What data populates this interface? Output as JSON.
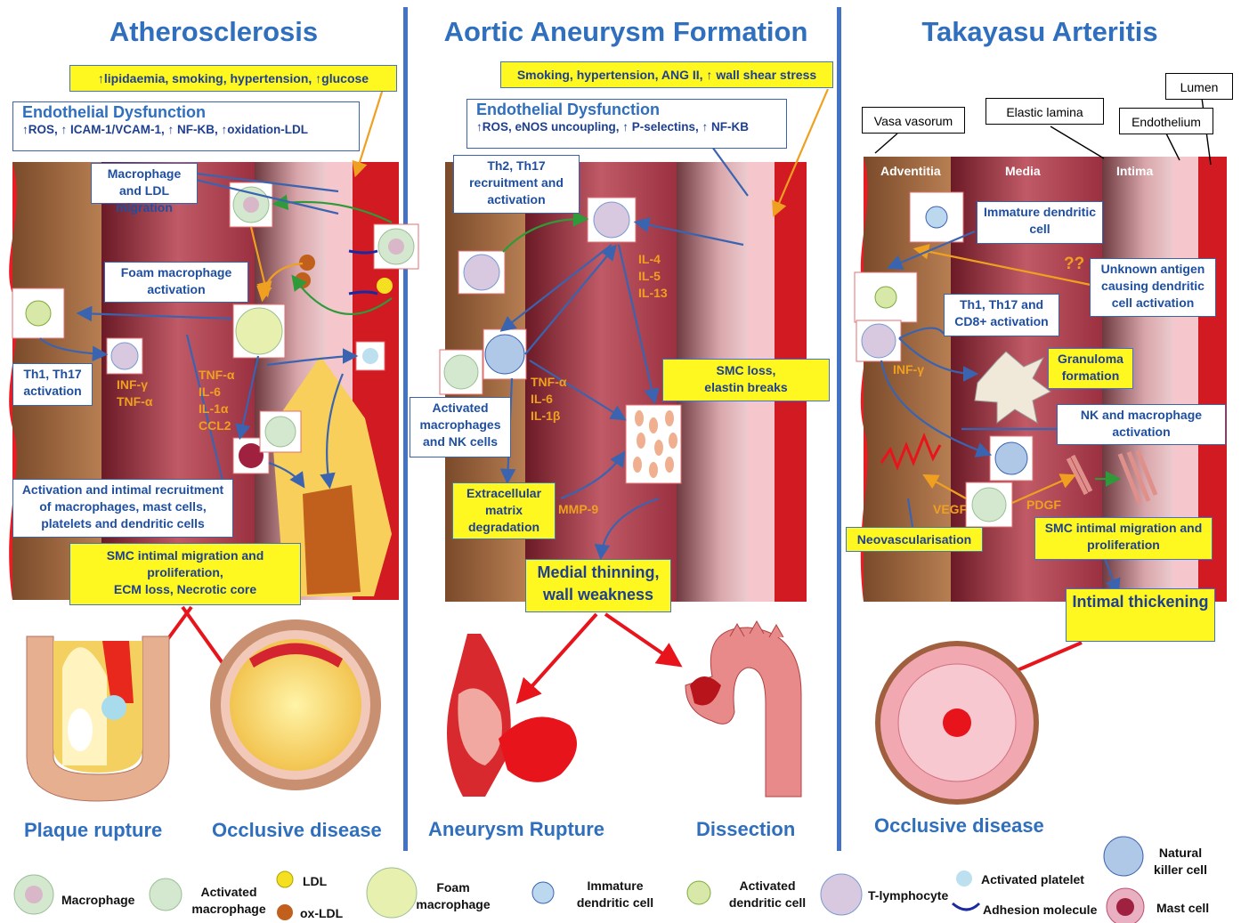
{
  "panels": {
    "athero": {
      "title": "Atherosclerosis",
      "risk": "↑lipidaemia, smoking, hypertension, ↑glucose",
      "endo_title": "Endothelial Dysfunction",
      "endo_sub": "↑ROS, ↑ ICAM-1/VCAM-1, ↑ NF-KB, ↑oxidation-LDL",
      "macro_ldl": "Macrophage and LDL migration",
      "foam_act": "Foam macrophage activation",
      "th_act": "Th1, Th17 activation",
      "inf": "INF-γ\nTNF-α",
      "cytokines": "TNF-α\nIL-6\nIL-1α\nCCL2",
      "recruit": "Activation and intimal recruitment of macrophages, mast cells, platelets and dendritic cells",
      "smc": "SMC intimal migration and proliferation,\nECM loss, Necrotic core",
      "outcome1": "Plaque rupture",
      "outcome2": "Occlusive disease"
    },
    "aneurysm": {
      "title": "Aortic Aneurysm Formation",
      "risk": "Smoking, hypertension, ANG II,  ↑ wall shear stress",
      "endo_title": "Endothelial Dysfunction",
      "endo_sub": "↑ROS,  eNOS uncoupling, ↑ P-selectins, ↑ NF-KB",
      "th2": "Th2, Th17 recruitment and activation",
      "il": "IL-4\nIL-5\nIL-13",
      "smc_loss": "SMC loss,\nelastin breaks",
      "tnf": "TNF-α\nIL-6\nIL-1β",
      "act_macro": "Activated macrophages and NK cells",
      "ecm": "Extracellular matrix degradation",
      "mmp": "MMP-9",
      "medial": "Medial thinning, wall weakness",
      "outcome1": "Aneurysm Rupture",
      "outcome2": "Dissection"
    },
    "takayasu": {
      "title": "Takayasu Arteritis",
      "lumen": "Lumen",
      "vasa": "Vasa vasorum",
      "elastic": "Elastic lamina",
      "endothelium": "Endothelium",
      "adventitia": "Adventitia",
      "media": "Media",
      "intima": "Intima",
      "immature": "Immature dendritic cell",
      "qq": "??",
      "unknown": "Unknown antigen causing dendritic cell activation",
      "th1": "Th1, Th17 and CD8+ activation",
      "infg": "INF-γ",
      "granuloma": "Granuloma formation",
      "nk": "NK and macrophage activation",
      "vegf": "VEGF",
      "pdgf": "PDGF",
      "neovasc": "Neovascularisation",
      "smc": "SMC intimal migration and proliferation",
      "intimal": "Intimal thickening",
      "outcome": "Occlusive disease"
    }
  },
  "legend": {
    "macrophage": "Macrophage",
    "act_macrophage": "Activated macrophage",
    "ldl": "LDL",
    "oxldl": "ox-LDL",
    "foam": "Foam macrophage",
    "immature_dc": "Immature dendritic cell",
    "act_dc": "Activated dendritic cell",
    "tlymph": "T-lymphocyte",
    "platelet": "Activated platelet",
    "adhesion": "Adhesion molecule",
    "nk": "Natural killer cell",
    "mast": "Mast cell"
  },
  "colors": {
    "blue": "#2f6fbd",
    "yellow": "#fff820",
    "orange": "#f0a020",
    "red": "#e8141c"
  }
}
